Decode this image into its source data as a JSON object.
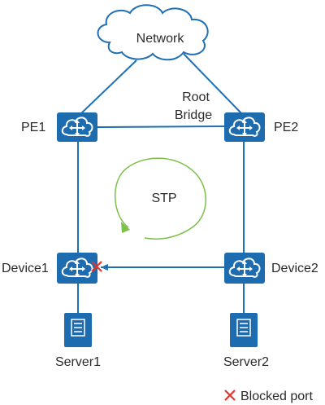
{
  "diagram": {
    "cloud_label": "Network",
    "root_bridge_line1": "Root",
    "root_bridge_line2": "Bridge",
    "loop_label": "STP",
    "nodes": {
      "pe1": "PE1",
      "pe2": "PE2",
      "device1": "Device1",
      "device2": "Device2",
      "server1": "Server1",
      "server2": "Server2"
    },
    "legend": {
      "blocked_port": "Blocked port"
    },
    "colors": {
      "link": "#1f6fb5",
      "device_fill": "#1d6cb0",
      "stp_arrow": "#7cc04a",
      "blocked_mark": "#e5332a",
      "cloud_stroke": "#1f6fb5"
    }
  }
}
